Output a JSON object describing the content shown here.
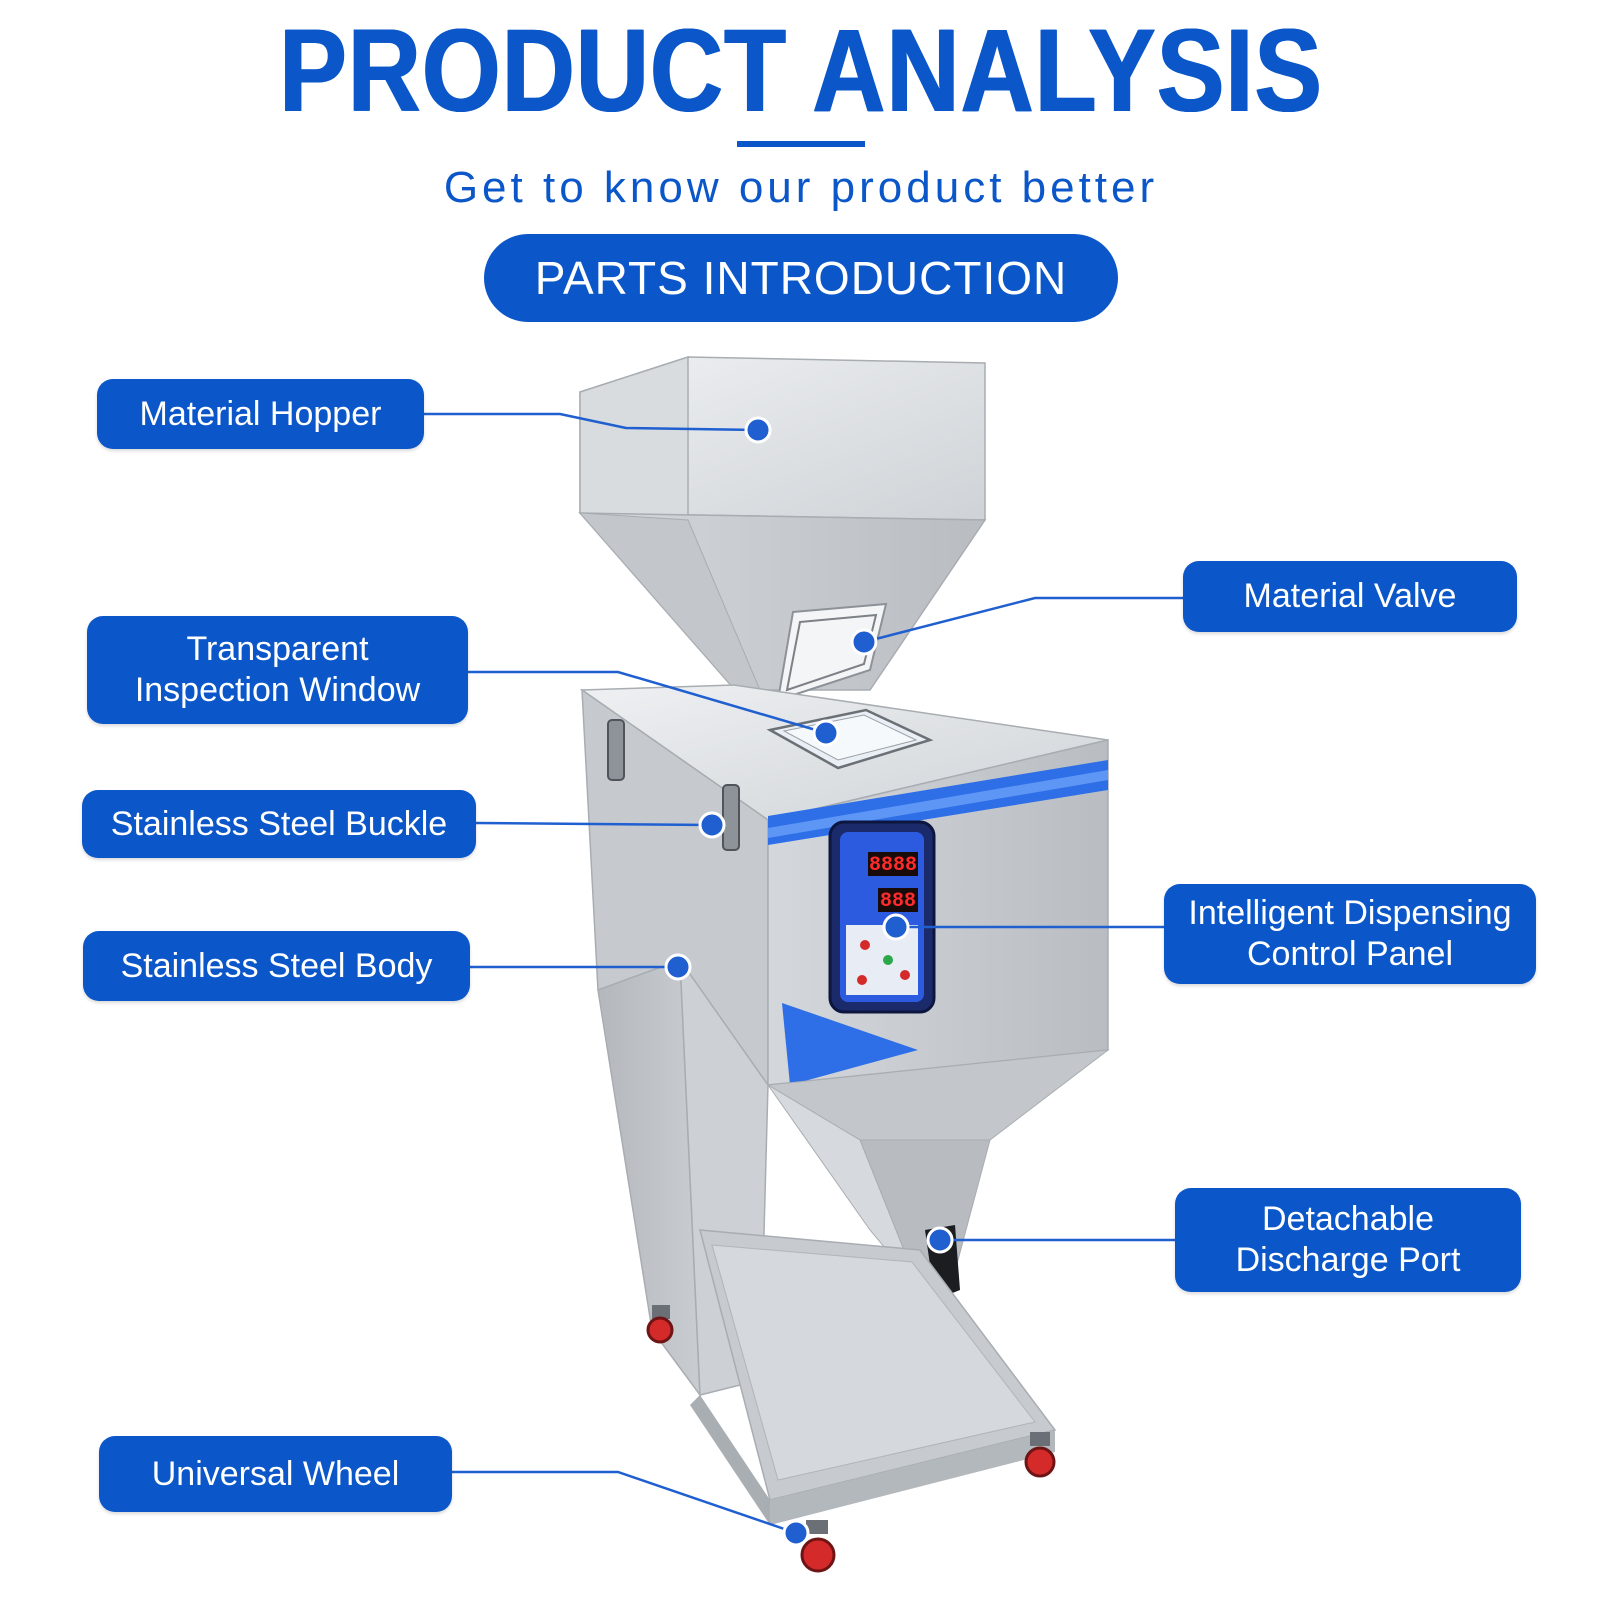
{
  "header": {
    "title": "PRODUCT ANALYSIS",
    "subtitle": "Get to know our product better",
    "badge": "PARTS INTRODUCTION"
  },
  "parts": [
    {
      "id": "material-hopper",
      "label": "Material Hopper"
    },
    {
      "id": "transparent-inspection-window",
      "label": "Transparent\nInspection Window"
    },
    {
      "id": "stainless-steel-buckle",
      "label": "Stainless Steel Buckle"
    },
    {
      "id": "stainless-steel-body",
      "label": "Stainless Steel Body"
    },
    {
      "id": "universal-wheel",
      "label": "Universal Wheel"
    },
    {
      "id": "material-valve",
      "label": "Material Valve"
    },
    {
      "id": "intelligent-dispensing-control-panel",
      "label": "Intelligent Dispensing\nControl Panel"
    },
    {
      "id": "detachable-discharge-port",
      "label": "Detachable\nDischarge Port"
    }
  ],
  "panel_display": {
    "top_readout": "8888",
    "bottom_readout": "888"
  },
  "colors": {
    "brand_blue": "#0b57c9",
    "accent_blue": "#2e6fe8",
    "steel_light": "#e4e6e9",
    "steel_mid": "#c4c8cd",
    "steel_dark": "#9ea3a9",
    "wheel_red": "#d42a2a",
    "readout_red": "#ff2a2a"
  }
}
